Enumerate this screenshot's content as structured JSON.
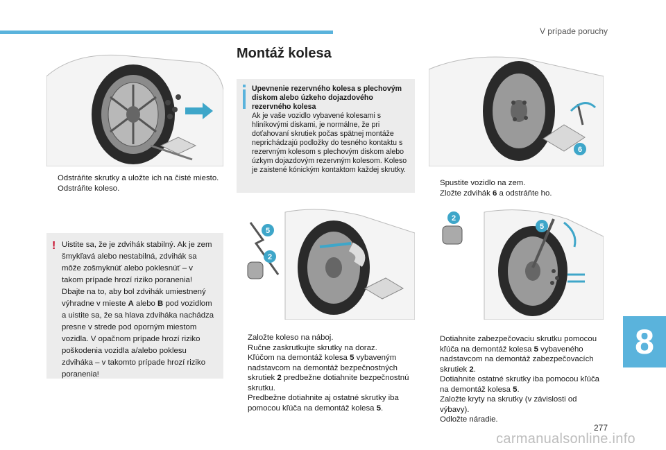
{
  "header": {
    "section_title": "V prípade poruchy"
  },
  "chapter_number": "8",
  "page_number": "277",
  "watermark": "carmanualsonline.info",
  "left_column": {
    "bullets": [
      "Odstráňte skrutky a uložte ich na čisté miesto.",
      "Odstráňte koleso."
    ],
    "warning": "Uistite sa, že je zdvihák stabilný. Ak je zem šmykľavá alebo nestabilná, zdvihák sa môže zošmyknúť alebo poklesnúť – v takom prípade hrozí riziko poranenia! Dbajte na to, aby bol zdvihák umiestnený výhradne v mieste A alebo B pod vozidlom a uistite sa, že sa hlava zdviháka nachádza presne v strede pod oporným miestom vozidla. V opačnom prípade hrozí riziko poškodenia vozidla a/alebo poklesu zdviháka – v takomto prípade hrozí riziko poranenia!"
  },
  "middle_column": {
    "heading": "Montáž kolesa",
    "info_title": "Upevnenie rezervného kolesa s plechovým diskom alebo úzkeho dojazdového rezervného kolesa",
    "info_body": "Ak je vaše vozidlo vybavené kolesami s hliníkovými diskami, je normálne, že pri doťahovaní skrutiek počas spätnej montáže neprichádzajú podložky do tesného kontaktu s rezervným kolesom s plechovým diskom alebo úzkym dojazdovým rezervným kolesom. Koleso je zaistené kónickým kontaktom každej skrutky.",
    "illustration_labels": [
      "5",
      "2"
    ],
    "bullets": [
      "Založte koleso na náboj.",
      "Ručne zaskrutkujte skrutky na doraz.",
      "Kľúčom na demontáž kolesa 5 vybaveným nadstavcom na demontáž bezpečnostných skrutiek 2 predbežne dotiahnite bezpečnostnú skrutku.",
      "Predbežne dotiahnite aj ostatné skrutky iba pomocou kľúča na demontáž kolesa 5."
    ]
  },
  "right_column": {
    "top_illustration_label": "6",
    "top_bullets": [
      "Spustite vozidlo na zem.",
      "Zložte zdvihák 6 a odstráňte ho."
    ],
    "bottom_illustration_labels": [
      "2",
      "5"
    ],
    "bottom_bullets": [
      "Dotiahnite zabezpečovaciu skrutku pomocou kľúča na demontáž kolesa 5 vybaveného nadstavcom na demontáž zabezpečovacích skrutiek 2.",
      "Dotiahnite ostatné skrutky iba pomocou kľúča na demontáž kolesa 5.",
      "Založte kryty na skrutky (v závislosti od výbavy).",
      "Odložte náradie."
    ]
  },
  "bullet_marker": "",
  "colors": {
    "accent": "#5ab3dc",
    "warning": "#c8102e",
    "box": "#ececec",
    "callout": "#3ea6c9"
  }
}
